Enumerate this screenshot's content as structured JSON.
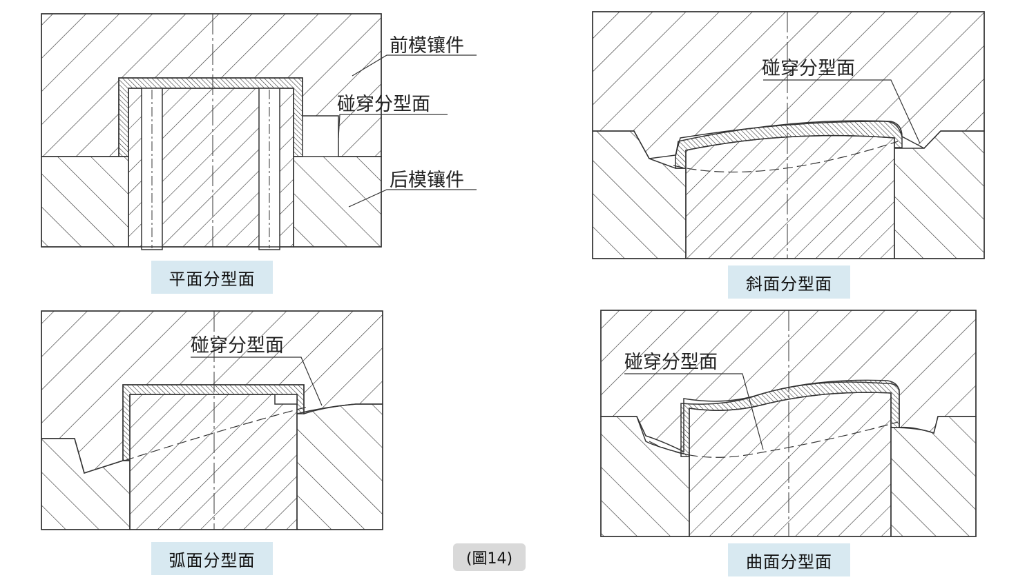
{
  "figure": {
    "label": "(圖14)",
    "panels": [
      {
        "caption": "平面分型面",
        "labels": {
          "front_insert": "前模镶件",
          "shutoff": "碰穿分型面",
          "back_insert": "后模镶件"
        }
      },
      {
        "caption": "斜面分型面",
        "labels": {
          "shutoff": "碰穿分型面"
        }
      },
      {
        "caption": "弧面分型面",
        "labels": {
          "shutoff": "碰穿分型面"
        }
      },
      {
        "caption": "曲面分型面",
        "labels": {
          "shutoff": "碰穿分型面"
        }
      }
    ]
  },
  "colors": {
    "caption_bg": "#d8e9f1",
    "figlabel_bg": "#d9d9d9",
    "line": "#333333"
  }
}
